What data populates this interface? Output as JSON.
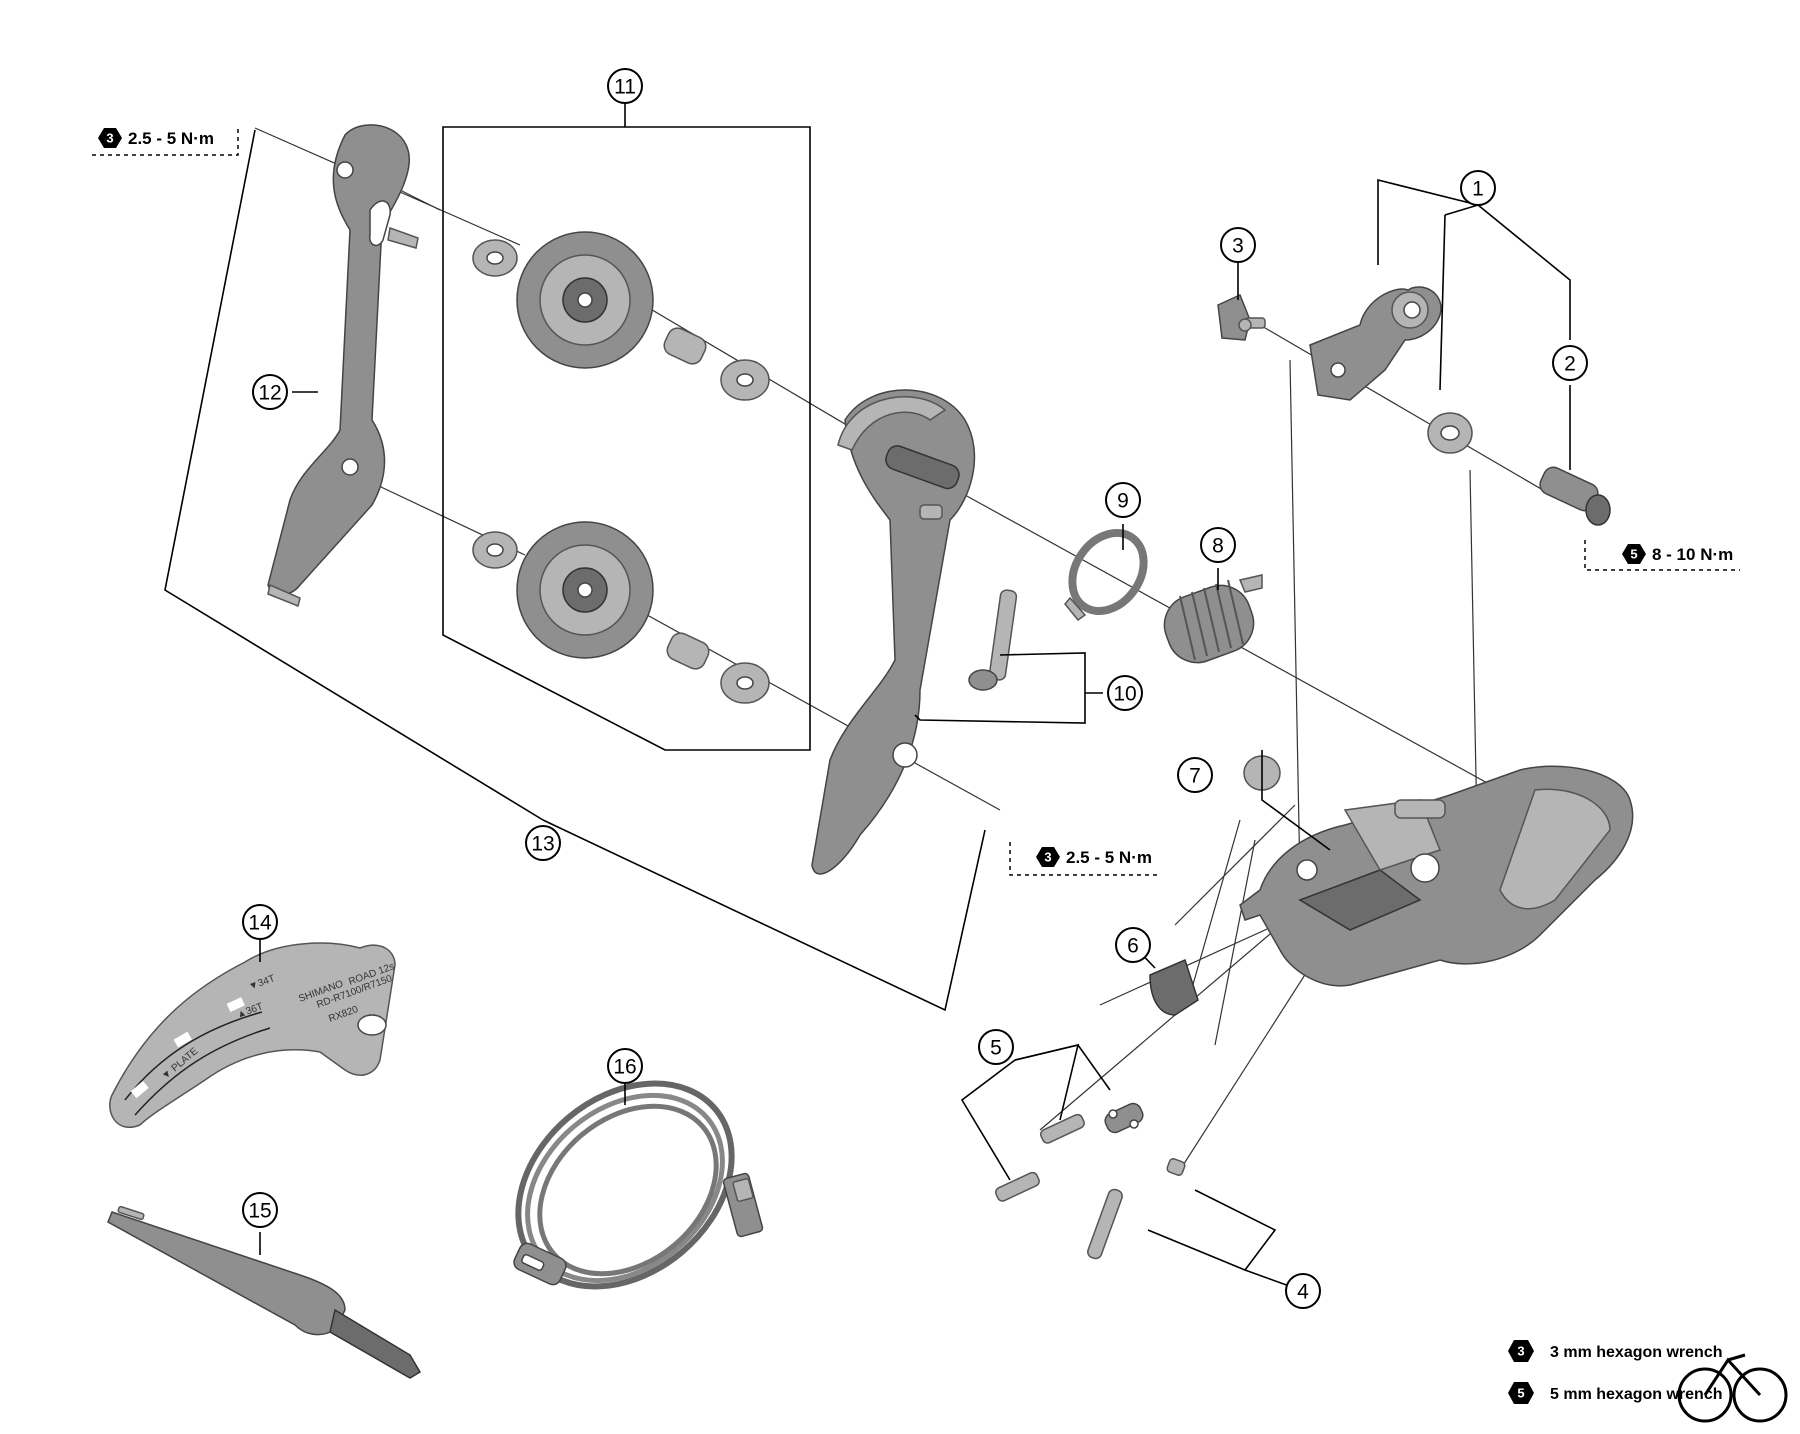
{
  "callouts": [
    "1",
    "2",
    "3",
    "4",
    "5",
    "6",
    "7",
    "8",
    "9",
    "10",
    "11",
    "12",
    "13",
    "14",
    "15",
    "16"
  ],
  "torques": [
    {
      "tool": "3",
      "value": "2.5 - 5 N·m"
    },
    {
      "tool": "3",
      "value": "2.5 - 5 N·m"
    },
    {
      "tool": "5",
      "value": "8 - 10 N·m"
    }
  ],
  "legend": [
    {
      "tool": "3",
      "label": "3 mm hexagon wrench"
    },
    {
      "tool": "5",
      "label": "5 mm hexagon wrench"
    }
  ],
  "guide_plate": {
    "brand": "SHIMANO",
    "line1": "ROAD 12s",
    "line2": "RD-R7100/R7150",
    "line3": "RX820",
    "mark1": "▼34T",
    "mark2": "▲36T",
    "mark3": "▼ PLATE"
  }
}
